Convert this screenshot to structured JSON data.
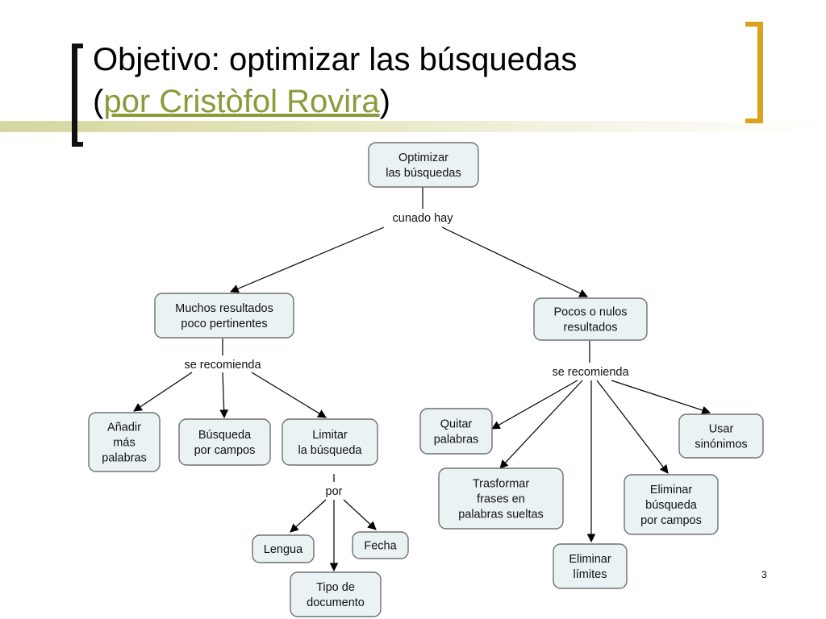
{
  "slide": {
    "title_line1": "Objetivo: optimizar las búsquedas",
    "title_open": "(",
    "title_link": "por Cristòfol Rovira",
    "title_close": ")",
    "page_number": "3",
    "colors": {
      "bracket_left": "#111111",
      "bracket_right": "#d9a21b",
      "link": "#8c9a3c",
      "node_fill": "#eaf2f4"
    }
  },
  "concept_map": {
    "nodes": {
      "root": [
        "Optimizar",
        "las búsquedas"
      ],
      "muchos": [
        "Muchos resultados",
        "poco pertinentes"
      ],
      "pocos": [
        "Pocos o nulos",
        "resultados"
      ],
      "anadir": [
        "Añadir",
        "más",
        "palabras"
      ],
      "busqueda_campos": [
        "Búsqueda",
        "por campos"
      ],
      "limitar": [
        "Limitar",
        "la búsqueda"
      ],
      "lengua": [
        "Lengua"
      ],
      "fecha": [
        "Fecha"
      ],
      "tipo": [
        "Tipo de",
        "documento"
      ],
      "quitar": [
        "Quitar",
        "palabras"
      ],
      "trasformar": [
        "Trasformar",
        "frases en",
        "palabras sueltas"
      ],
      "eliminar_limites": [
        "Eliminar",
        "límites"
      ],
      "eliminar_busqueda": [
        "Eliminar",
        "búsqueda",
        "por campos"
      ],
      "usar": [
        "Usar",
        "sinónimos"
      ]
    },
    "linking_phrases": {
      "cuando": "cunado hay",
      "recomienda_left": "se recomienda",
      "recomienda_right": "se recomienda",
      "por": "por"
    }
  }
}
